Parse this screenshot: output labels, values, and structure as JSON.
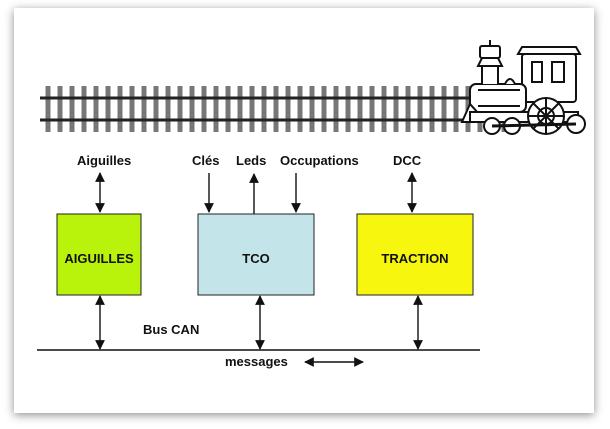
{
  "signals": {
    "aiguilles": "Aiguilles",
    "cles": "Clés",
    "leds": "Leds",
    "occupations": "Occupations",
    "dcc": "DCC"
  },
  "blocks": {
    "aiguilles": {
      "label": "AIGUILLES",
      "color": "#b9f20b"
    },
    "tco": {
      "label": "TCO",
      "color": "#c3e4e8"
    },
    "traction": {
      "label": "TRACTION",
      "color": "#f6f60e"
    }
  },
  "bus": {
    "name": "Bus CAN",
    "messages": "messages"
  },
  "icons": [
    "railway-track",
    "steam-locomotive"
  ]
}
